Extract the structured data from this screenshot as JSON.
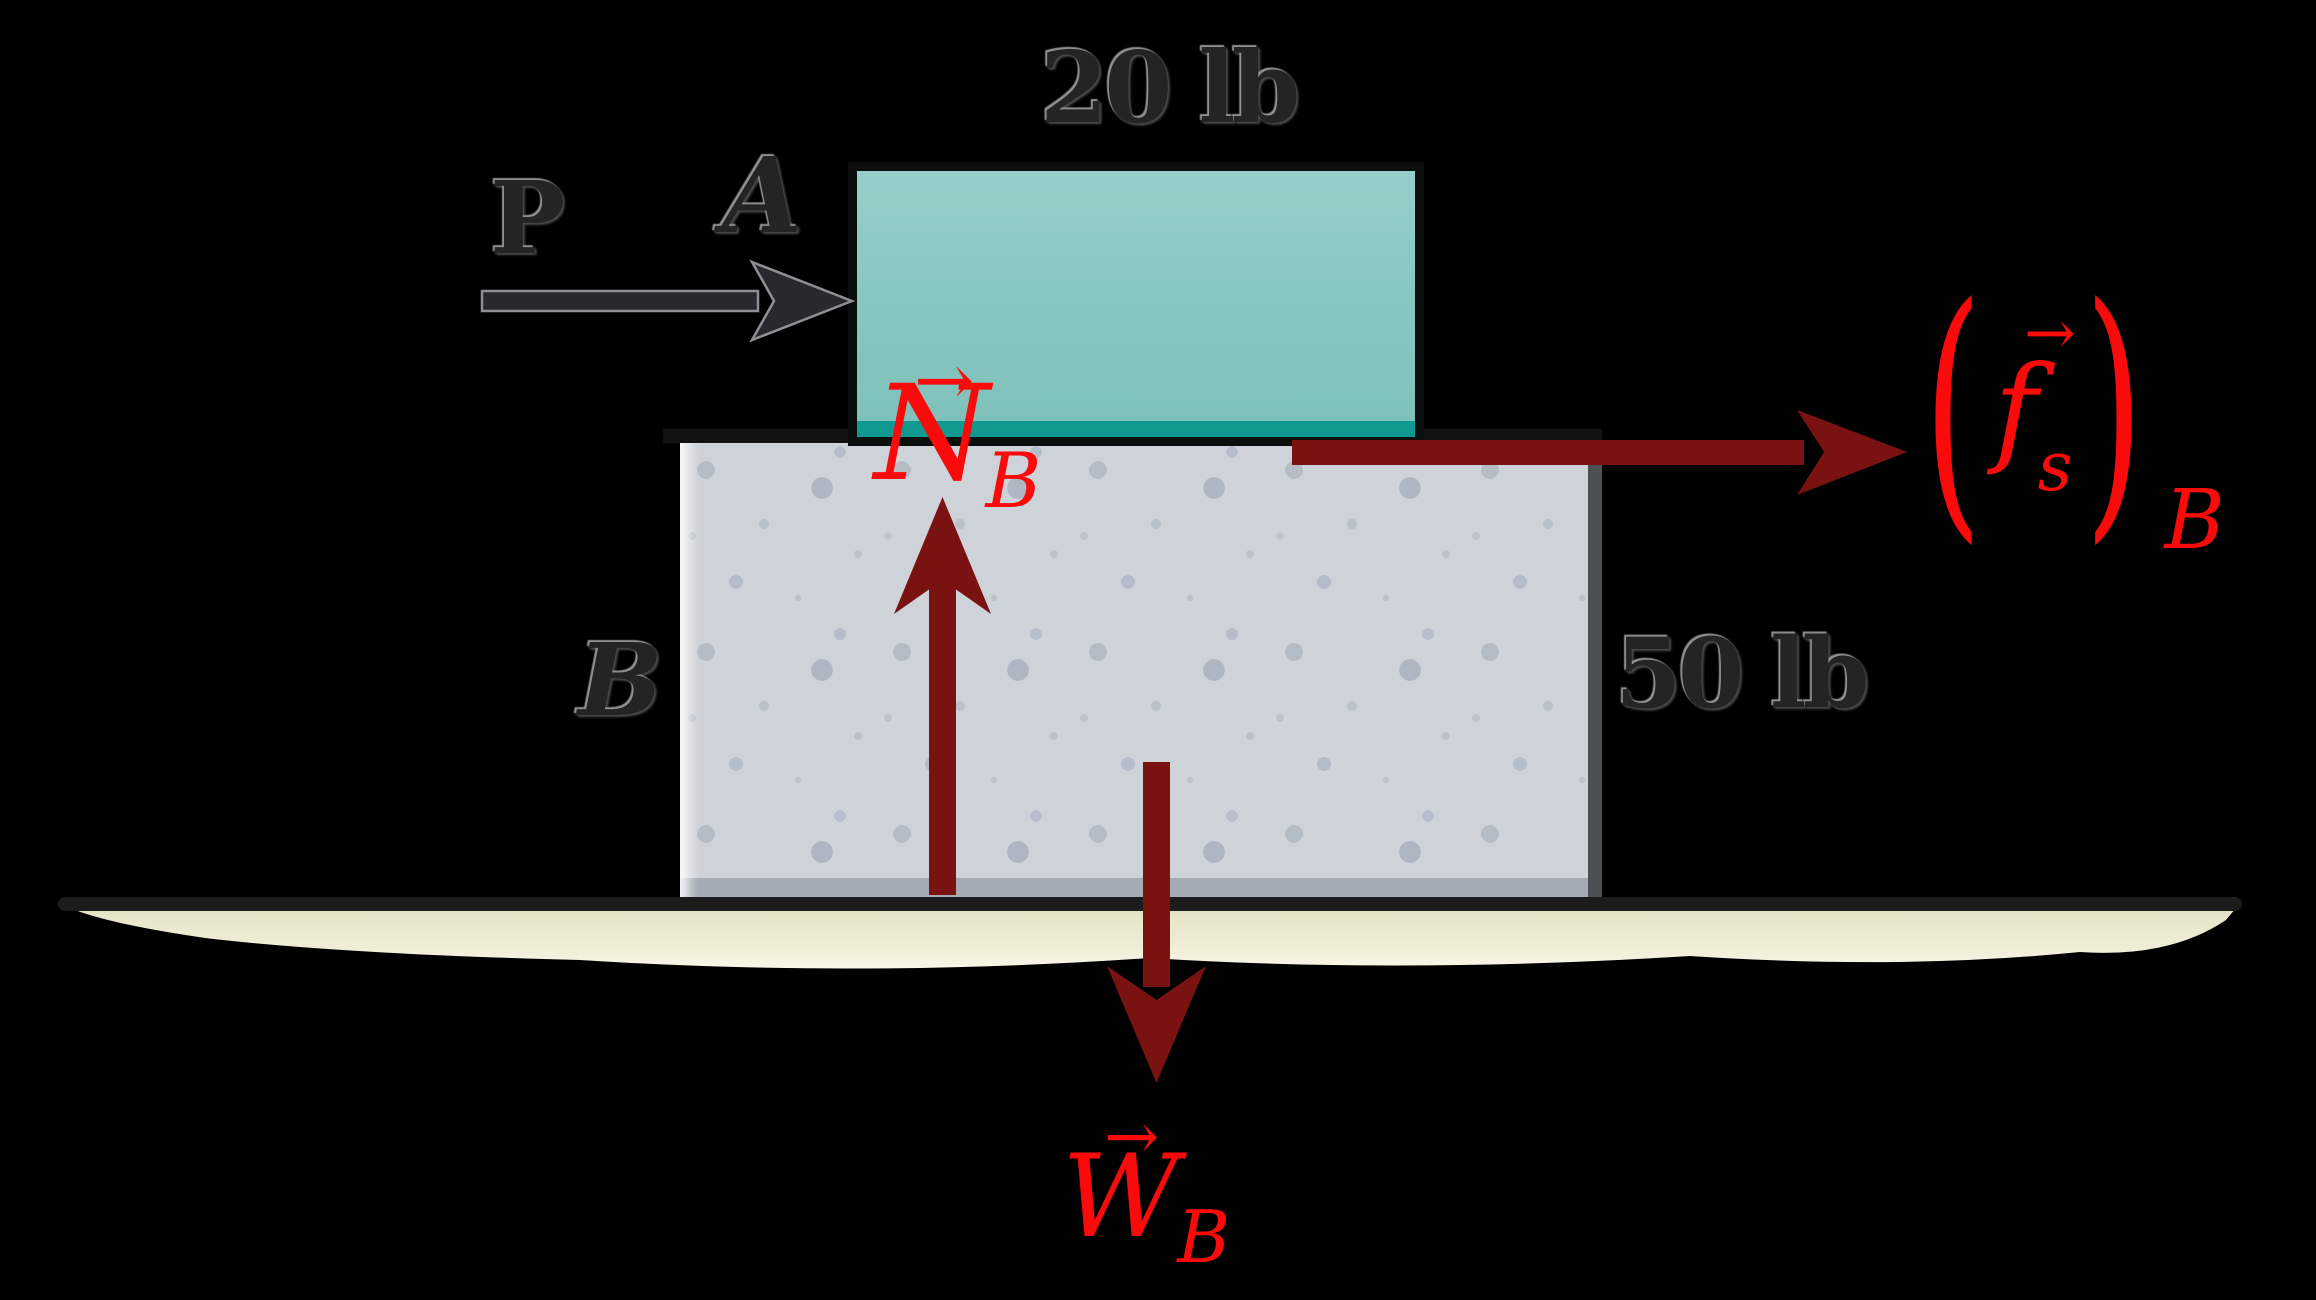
{
  "figure": {
    "title": "Free-body diagram of two stacked blocks on the ground",
    "background_color": "#000000",
    "block_a": {
      "label": "A",
      "weight_label": "20 lb",
      "fill_color": "#85c5be",
      "bottom_strip_color": "#0f998f"
    },
    "block_b": {
      "label": "B",
      "weight_label": "50 lb",
      "fill_color": "#ced3d9",
      "speckle_color": "#b4bcc6"
    },
    "applied_force": {
      "label": "P",
      "direction": "right",
      "arrow_color": "#28292d"
    },
    "forces": {
      "normal": {
        "arrow_glyph": "→",
        "symbol": "N",
        "subscript": "B",
        "direction": "up",
        "arrow_color": "#7a1212",
        "label_color": "#fa0a0a"
      },
      "weight": {
        "arrow_glyph": "→",
        "symbol": "W",
        "subscript": "B",
        "direction": "down",
        "arrow_color": "#7a1212",
        "label_color": "#fa0a0a"
      },
      "friction": {
        "open_paren": "(",
        "arrow_glyph": "→",
        "symbol": "f",
        "inner_subscript": "s",
        "close_paren": ")",
        "outer_subscript": "B",
        "direction": "right",
        "arrow_color": "#7a1212",
        "label_color": "#fa0a0a"
      }
    },
    "ground": {
      "line_color": "#1b1b1b",
      "surface_color": "#eae8cc"
    }
  }
}
